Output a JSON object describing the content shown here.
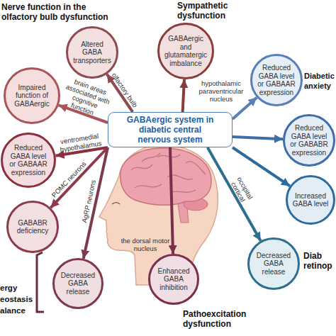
{
  "diagram": {
    "nodes": [
      {
        "text": [
          "Nerve function in the olfactory bulb dysfunction",
          "Altered GABA transporters"
        ]
      },
      {
        "text": [
          "Sympathetic dysfunction",
          "GABAergic and glutamatergic imbalance"
        ]
      },
      {
        "text": [
          "Diabetic anxiety",
          "Reduced GABA level or GABAAR expression"
        ]
      },
      {
        "text": [
          "Impaired function of GABAergic"
        ]
      },
      {
        "text": [
          "GABAergic system in diabetic central nervous system"
        ]
      },
      {
        "text": [
          "Reduced GABA level or GABABR expression"
        ]
      },
      {
        "text": [
          "Reduced GABA level or GABAAR expression"
        ]
      },
      {
        "text": [
          "Increased GABA level"
        ]
      },
      {
        "text": [
          "GABABR deficiency"
        ]
      },
      {
        "text": [
          "Diab retinop",
          "Decreased GABA release"
        ]
      },
      {
        "text": [
          "Decreased GABA release"
        ]
      },
      {
        "text": [
          "Pathoexcitation dysfunction",
          "Enhanced GABA inhibition"
        ]
      }
    ],
    "edges": [
      {
        "from": 4,
        "to": 0,
        "label": "olfactory bulb",
        "arrow": "to"
      },
      {
        "from": 4,
        "to": 1,
        "label": "hypothalamic paraventricular nucleus",
        "arrow": "to"
      },
      {
        "from": 4,
        "to": 2,
        "arrow": "to"
      },
      {
        "from": 4,
        "to": 3,
        "label": "brain areas associated with cognitive function",
        "arrow": "to"
      },
      {
        "from": 4,
        "to": 5,
        "arrow": "to"
      },
      {
        "from": 4,
        "to": 6,
        "label": "ventromedial hypothalamus",
        "arrow": "to"
      },
      {
        "from": 4,
        "to": 7,
        "arrow": "to"
      },
      {
        "from": 4,
        "to": 8,
        "label": "POMC neurons",
        "arrow": "to"
      },
      {
        "from": 4,
        "to": 9,
        "label": "occipital cortical",
        "arrow": "to"
      },
      {
        "from": 4,
        "to": 10,
        "label": "AgRP neurons",
        "arrow": "to"
      },
      {
        "from": 4,
        "to": 11,
        "label": "the dorsal motor nucleus",
        "arrow": "to"
      }
    ],
    "labels": [
      "ergy eostasis alance"
    ]
  }
}
